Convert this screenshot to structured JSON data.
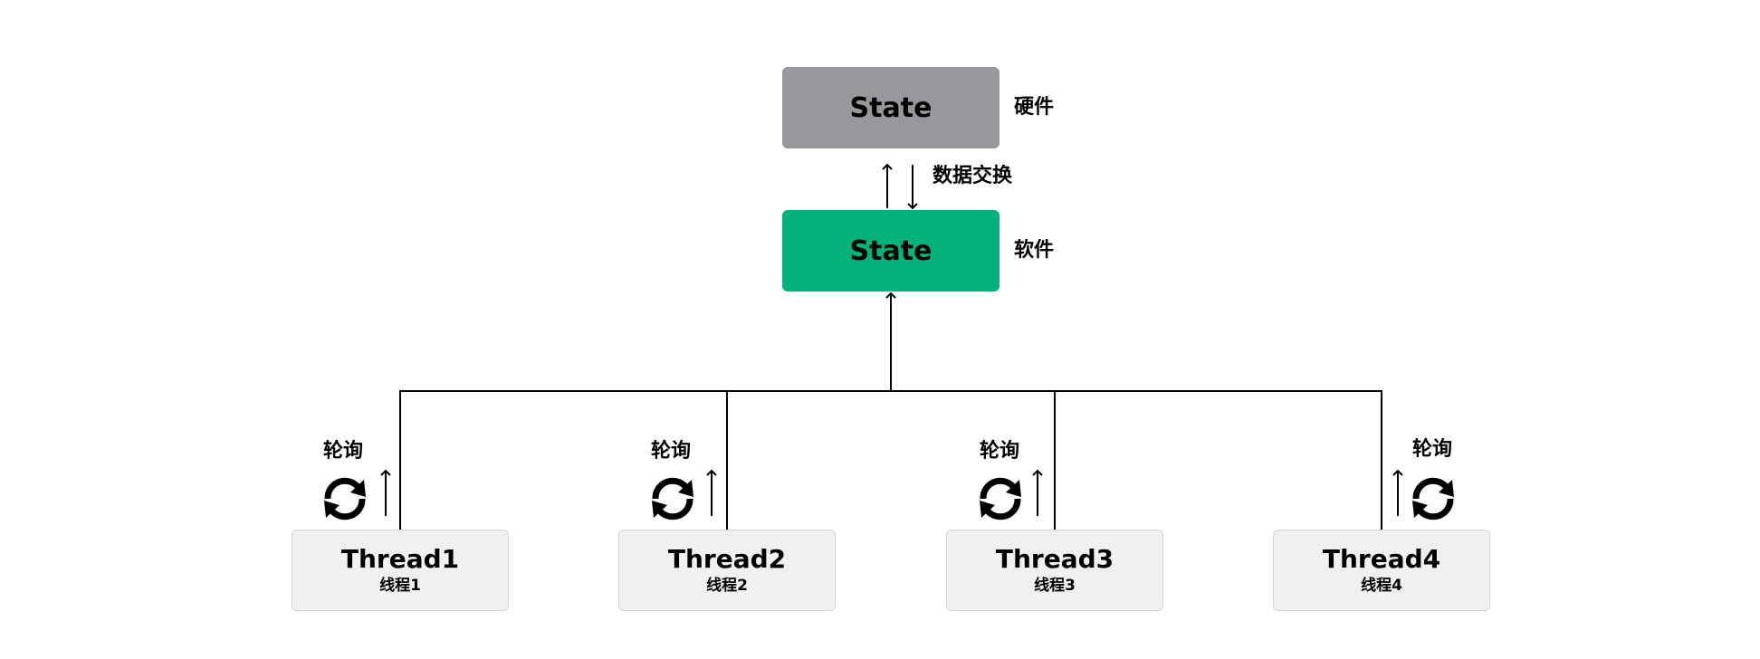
{
  "colors": {
    "hardware_state_bg": "#97979c",
    "software_state_bg": "#06b27b",
    "thread_bg": "#f0f0f0",
    "line": "#000000"
  },
  "hardware": {
    "box_label": "State",
    "side_label": "硬件"
  },
  "exchange_label": "数据交换",
  "software": {
    "box_label": "State",
    "side_label": "软件"
  },
  "threads": [
    {
      "title": "Thread1",
      "subtitle": "线程1",
      "poll_label": "轮询",
      "icon": "cycle-icon"
    },
    {
      "title": "Thread2",
      "subtitle": "线程2",
      "poll_label": "轮询",
      "icon": "cycle-icon"
    },
    {
      "title": "Thread3",
      "subtitle": "线程3",
      "poll_label": "轮询",
      "icon": "cycle-icon"
    },
    {
      "title": "Thread4",
      "subtitle": "线程4",
      "poll_label": "轮询",
      "icon": "cycle-icon"
    }
  ]
}
